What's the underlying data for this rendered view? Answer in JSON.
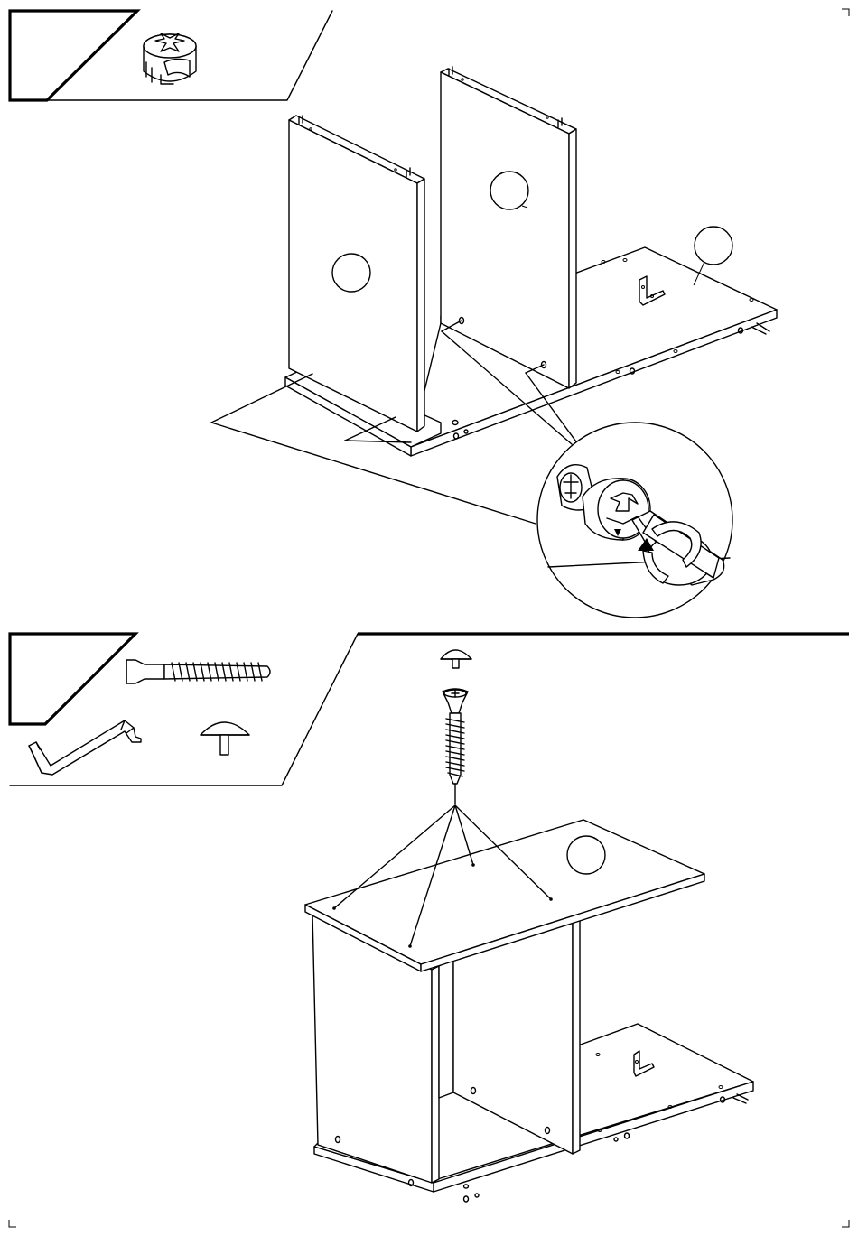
{
  "sheet": {
    "background": "#ffffff",
    "line_color": "#000000"
  },
  "steps": [
    {
      "parts": [
        "cam-lock-fitting"
      ],
      "tools": [],
      "callout": "cam-lock-tightening-detail"
    },
    {
      "parts": [
        "screw",
        "cover-cap"
      ],
      "tools": [
        "allen-key"
      ],
      "callout": "screw-insertion"
    }
  ],
  "icons": {
    "cam_lock": "cam-lock-icon",
    "screw": "screw-icon",
    "allen_key": "allen-key-icon",
    "cover_cap": "cover-cap-icon",
    "rotate_arrow": "rotate-arrow-icon"
  }
}
